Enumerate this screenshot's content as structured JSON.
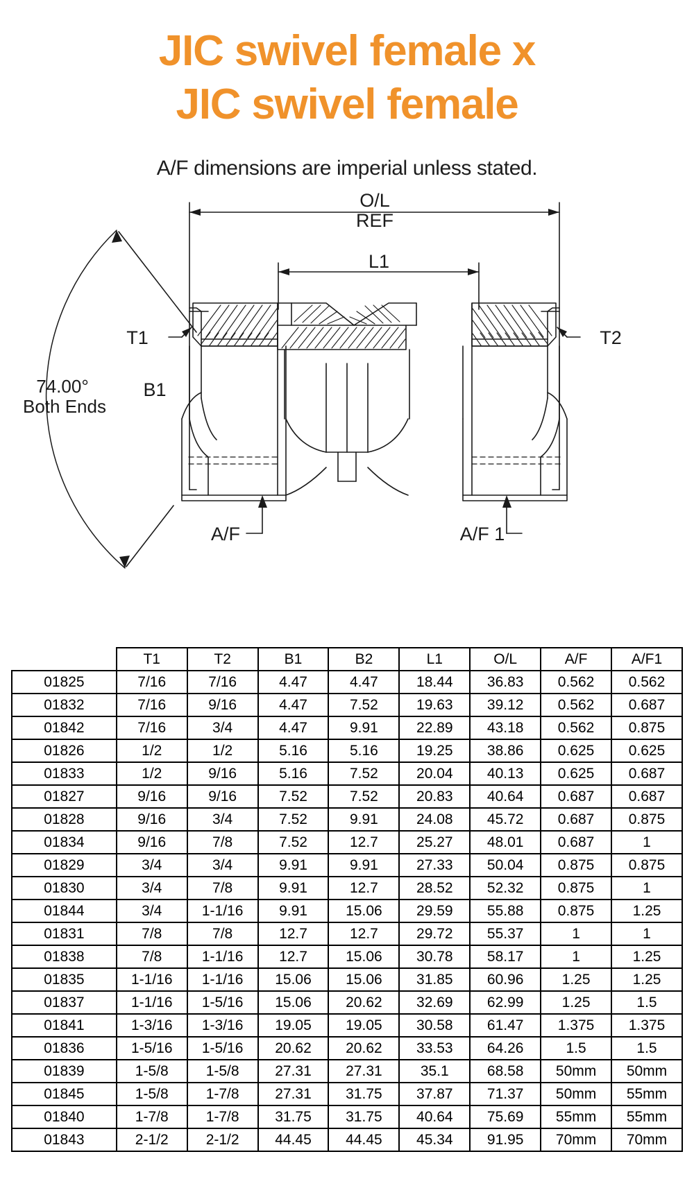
{
  "header": {
    "title_line_1": "JIC swivel female x",
    "title_line_2": "JIC swivel female",
    "subtitle": "A/F dimensions are imperial unless stated.",
    "title_color": "#F0922B"
  },
  "drawing": {
    "labels": {
      "overall_length": "O/L",
      "overall_length_ref": "REF",
      "l1": "L1",
      "t1": "T1",
      "t2": "T2",
      "b1": "B1",
      "af": "A/F",
      "af1": "A/F 1",
      "angle": "74.00°",
      "angle_note": "Both Ends"
    }
  },
  "table": {
    "columns": [
      "",
      "T1",
      "T2",
      "B1",
      "B2",
      "L1",
      "O/L",
      "A/F",
      "A/F1"
    ],
    "rows": [
      [
        "01825",
        "7/16",
        "7/16",
        "4.47",
        "4.47",
        "18.44",
        "36.83",
        "0.562",
        "0.562"
      ],
      [
        "01832",
        "7/16",
        "9/16",
        "4.47",
        "7.52",
        "19.63",
        "39.12",
        "0.562",
        "0.687"
      ],
      [
        "01842",
        "7/16",
        "3/4",
        "4.47",
        "9.91",
        "22.89",
        "43.18",
        "0.562",
        "0.875"
      ],
      [
        "01826",
        "1/2",
        "1/2",
        "5.16",
        "5.16",
        "19.25",
        "38.86",
        "0.625",
        "0.625"
      ],
      [
        "01833",
        "1/2",
        "9/16",
        "5.16",
        "7.52",
        "20.04",
        "40.13",
        "0.625",
        "0.687"
      ],
      [
        "01827",
        "9/16",
        "9/16",
        "7.52",
        "7.52",
        "20.83",
        "40.64",
        "0.687",
        "0.687"
      ],
      [
        "01828",
        "9/16",
        "3/4",
        "7.52",
        "9.91",
        "24.08",
        "45.72",
        "0.687",
        "0.875"
      ],
      [
        "01834",
        "9/16",
        "7/8",
        "7.52",
        "12.7",
        "25.27",
        "48.01",
        "0.687",
        "1"
      ],
      [
        "01829",
        "3/4",
        "3/4",
        "9.91",
        "9.91",
        "27.33",
        "50.04",
        "0.875",
        "0.875"
      ],
      [
        "01830",
        "3/4",
        "7/8",
        "9.91",
        "12.7",
        "28.52",
        "52.32",
        "0.875",
        "1"
      ],
      [
        "01844",
        "3/4",
        "1-1/16",
        "9.91",
        "15.06",
        "29.59",
        "55.88",
        "0.875",
        "1.25"
      ],
      [
        "01831",
        "7/8",
        "7/8",
        "12.7",
        "12.7",
        "29.72",
        "55.37",
        "1",
        "1"
      ],
      [
        "01838",
        "7/8",
        "1-1/16",
        "12.7",
        "15.06",
        "30.78",
        "58.17",
        "1",
        "1.25"
      ],
      [
        "01835",
        "1-1/16",
        "1-1/16",
        "15.06",
        "15.06",
        "31.85",
        "60.96",
        "1.25",
        "1.25"
      ],
      [
        "01837",
        "1-1/16",
        "1-5/16",
        "15.06",
        "20.62",
        "32.69",
        "62.99",
        "1.25",
        "1.5"
      ],
      [
        "01841",
        "1-3/16",
        "1-3/16",
        "19.05",
        "19.05",
        "30.58",
        "61.47",
        "1.375",
        "1.375"
      ],
      [
        "01836",
        "1-5/16",
        "1-5/16",
        "20.62",
        "20.62",
        "33.53",
        "64.26",
        "1.5",
        "1.5"
      ],
      [
        "01839",
        "1-5/8",
        "1-5/8",
        "27.31",
        "27.31",
        "35.1",
        "68.58",
        "50mm",
        "50mm"
      ],
      [
        "01845",
        "1-5/8",
        "1-7/8",
        "27.31",
        "31.75",
        "37.87",
        "71.37",
        "50mm",
        "55mm"
      ],
      [
        "01840",
        "1-7/8",
        "1-7/8",
        "31.75",
        "31.75",
        "40.64",
        "75.69",
        "55mm",
        "55mm"
      ],
      [
        "01843",
        "2-1/2",
        "2-1/2",
        "44.45",
        "44.45",
        "45.34",
        "91.95",
        "70mm",
        "70mm"
      ]
    ]
  }
}
